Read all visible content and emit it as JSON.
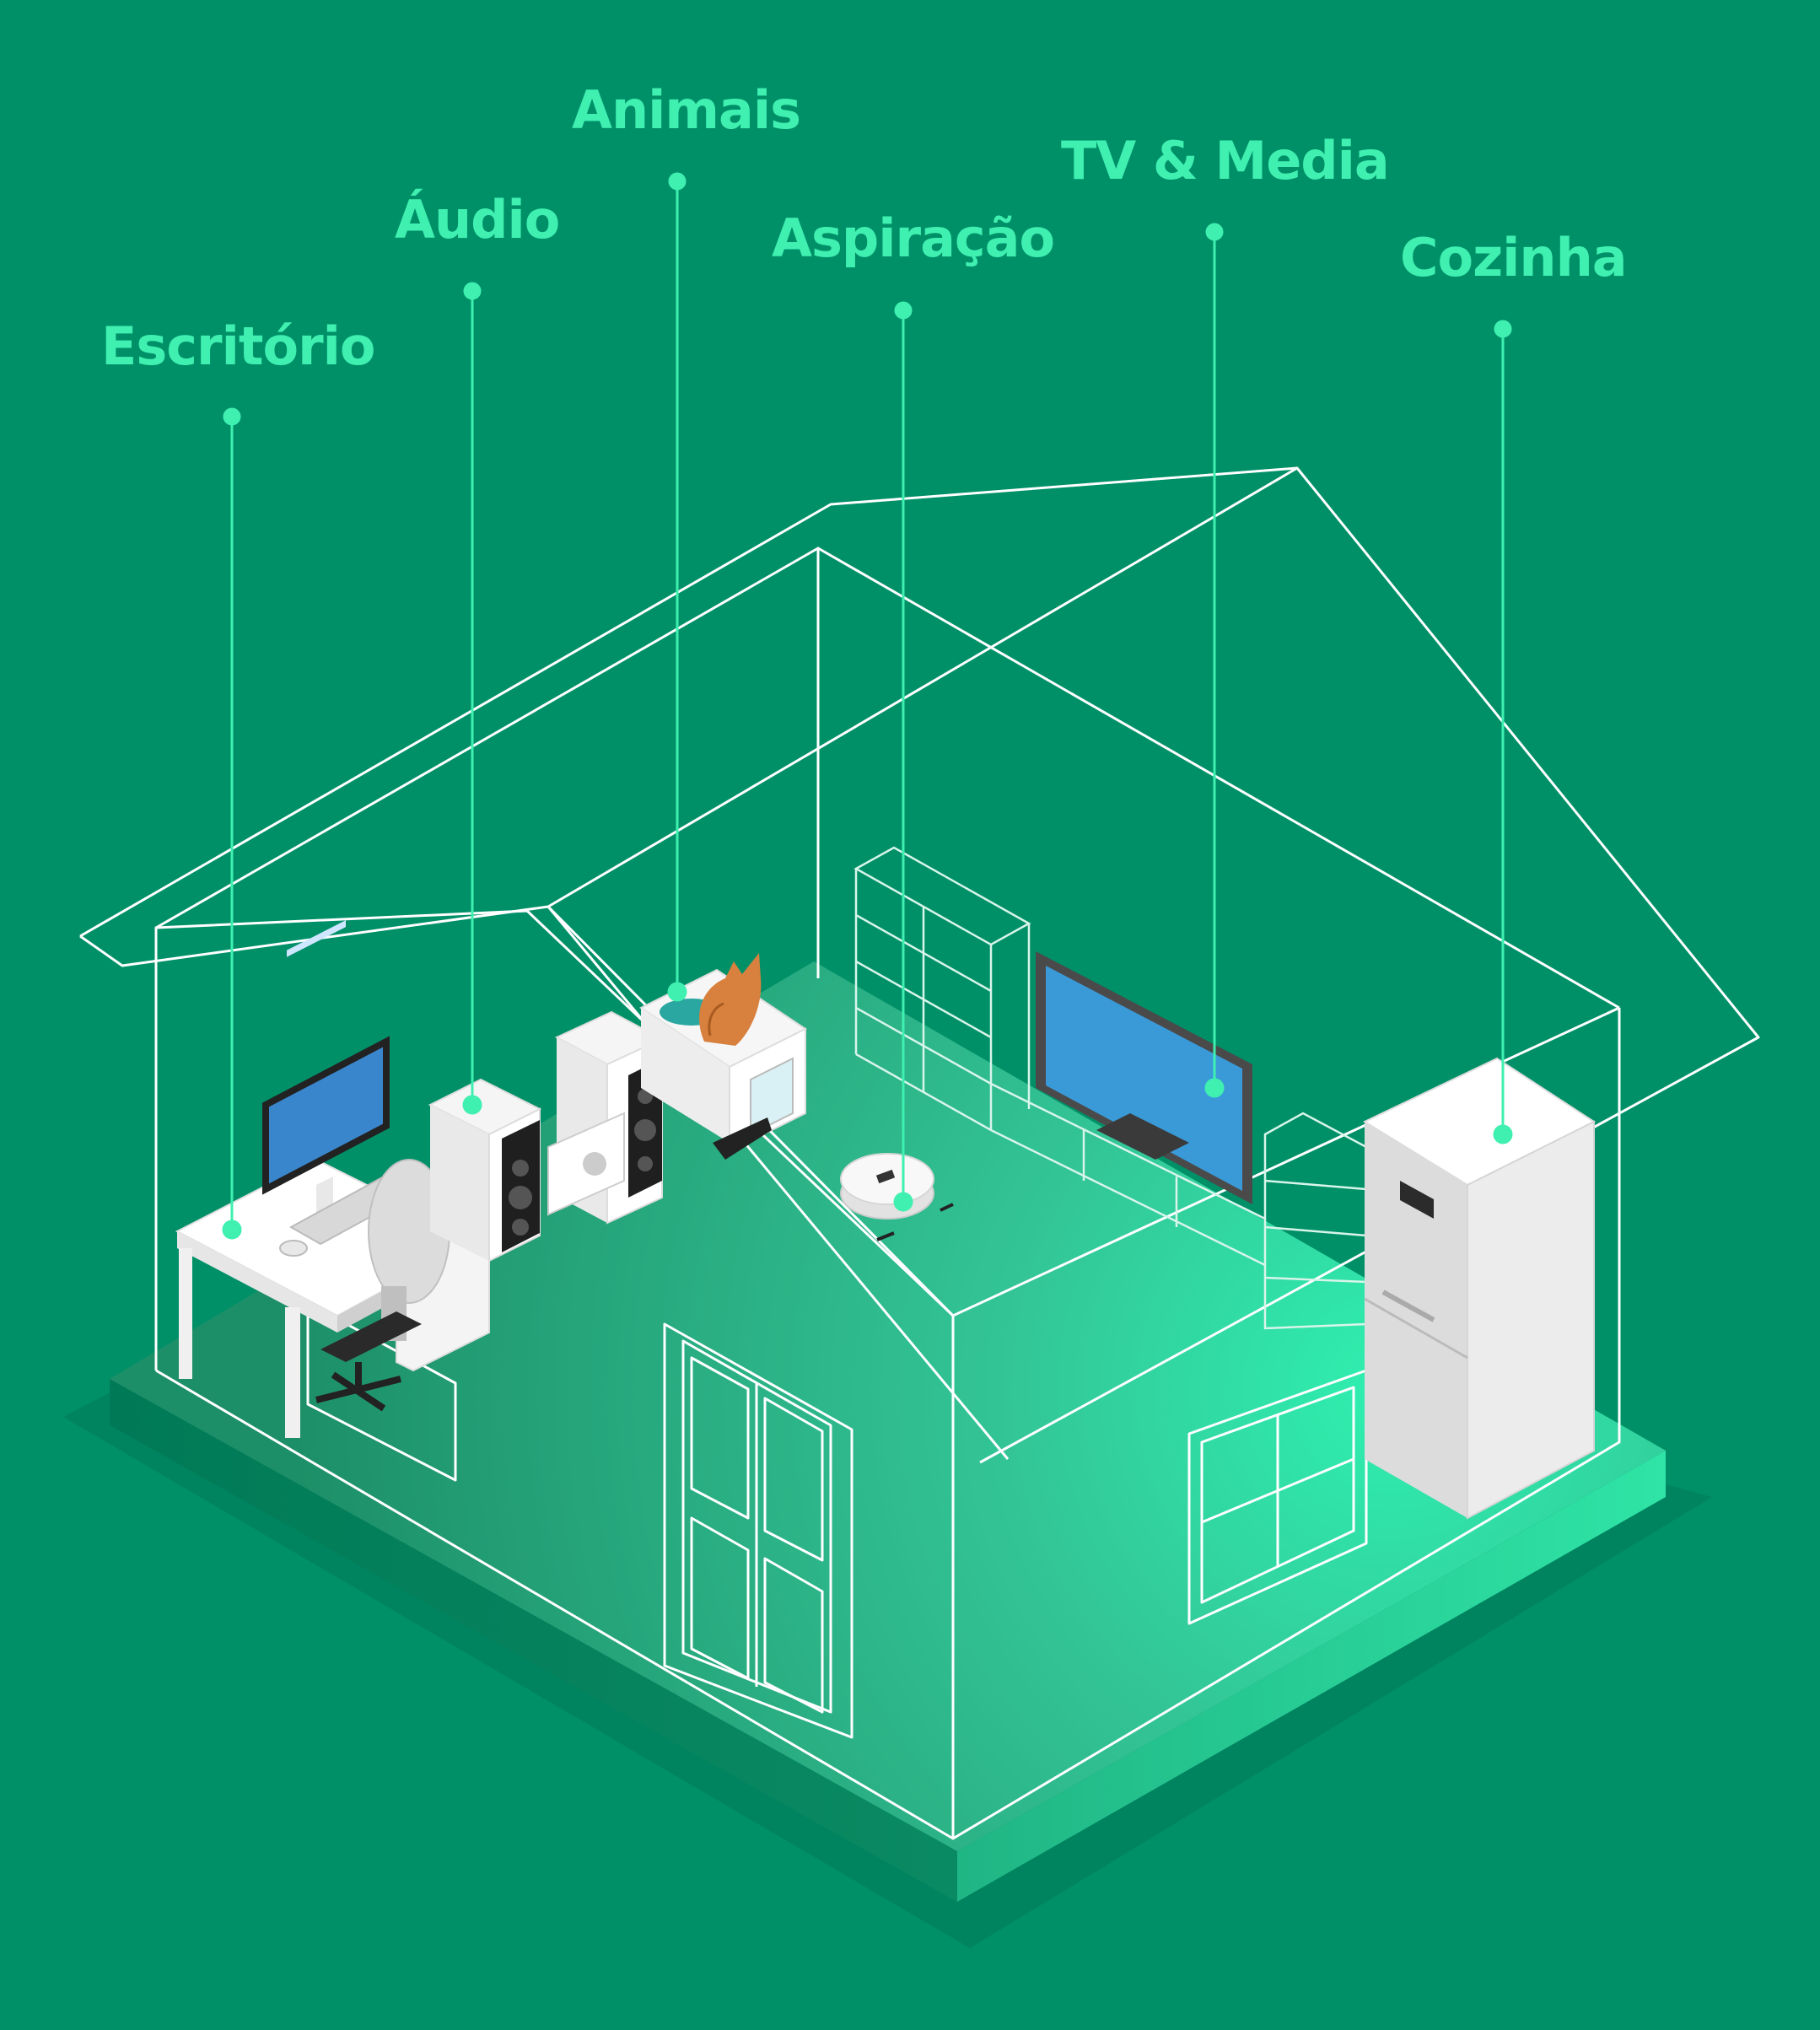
{
  "colors": {
    "background": "#009068",
    "label": "#3ff0b0",
    "wire": "#ffffff",
    "floor_top": "#23a078",
    "floor_glow": "#2ff0b0",
    "tv_screen": "#3a9ad8",
    "monitor_screen": "#3a86cc",
    "cat": "#d8803e"
  },
  "categories": [
    {
      "id": "escritorio",
      "label": "Escritório",
      "icon": "desk-computer"
    },
    {
      "id": "audio",
      "label": "Áudio",
      "icon": "hifi-speakers"
    },
    {
      "id": "animais",
      "label": "Animais",
      "icon": "cat-litter-box"
    },
    {
      "id": "aspiracao",
      "label": "Aspiração",
      "icon": "robot-vacuum"
    },
    {
      "id": "tv_media",
      "label": "TV & Media",
      "icon": "television"
    },
    {
      "id": "cozinha",
      "label": "Cozinha",
      "icon": "refrigerator"
    }
  ]
}
